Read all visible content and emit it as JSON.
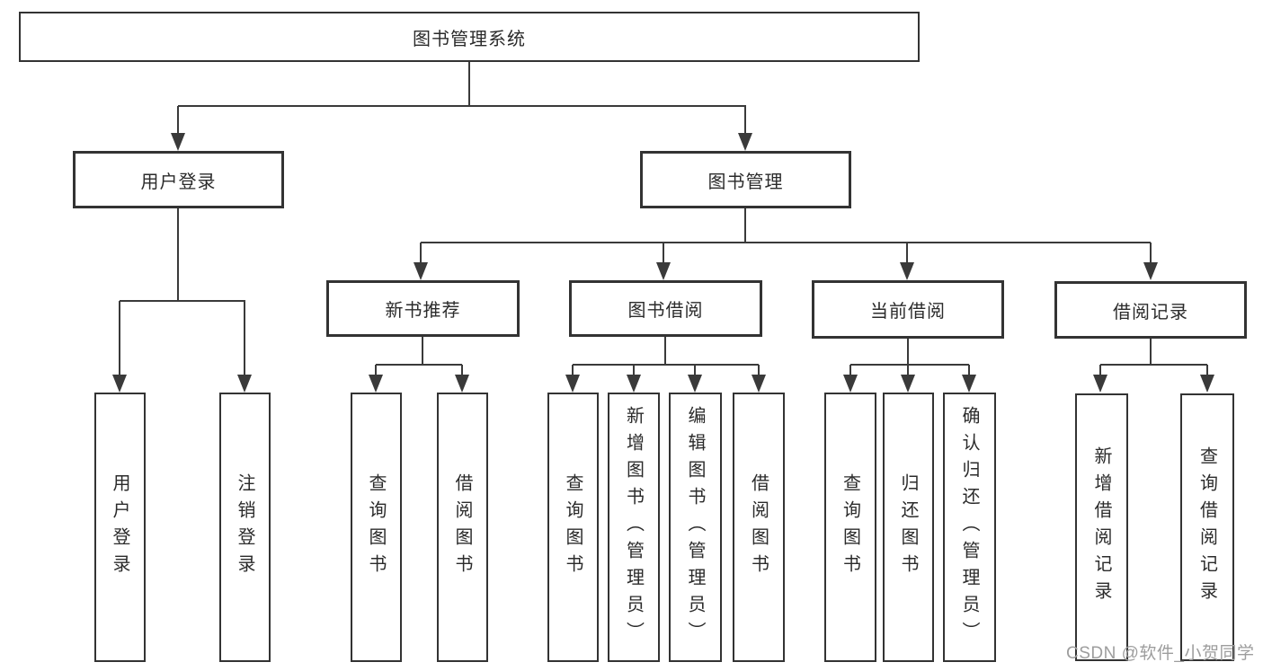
{
  "diagram": {
    "type": "hierarchy-diagram",
    "background": "#ffffff",
    "border_color": "#333333",
    "line_color": "#3a3a3a",
    "text_color": "#2b2b2b",
    "watermark_color": "#9d9d9d"
  },
  "tree": {
    "label": "图书管理系统",
    "children": [
      {
        "label": "用户登录",
        "children": [
          {
            "label": "用户登录"
          },
          {
            "label": "注销登录"
          }
        ]
      },
      {
        "label": "图书管理",
        "children": [
          {
            "label": "新书推荐",
            "children": [
              {
                "label": "查询图书"
              },
              {
                "label": "借阅图书"
              }
            ]
          },
          {
            "label": "图书借阅",
            "children": [
              {
                "label": "查询图书"
              },
              {
                "label": "新增图书（管理员）"
              },
              {
                "label": "编辑图书（管理员）"
              },
              {
                "label": "借阅图书"
              }
            ]
          },
          {
            "label": "当前借阅",
            "children": [
              {
                "label": "查询图书"
              },
              {
                "label": "归还图书"
              },
              {
                "label": "确认归还（管理员）"
              }
            ]
          },
          {
            "label": "借阅记录",
            "children": [
              {
                "label": "新增借阅记录"
              },
              {
                "label": "查询借阅记录"
              }
            ]
          }
        ]
      }
    ]
  },
  "watermark": {
    "text": "CSDN @软件_小贺同学"
  }
}
